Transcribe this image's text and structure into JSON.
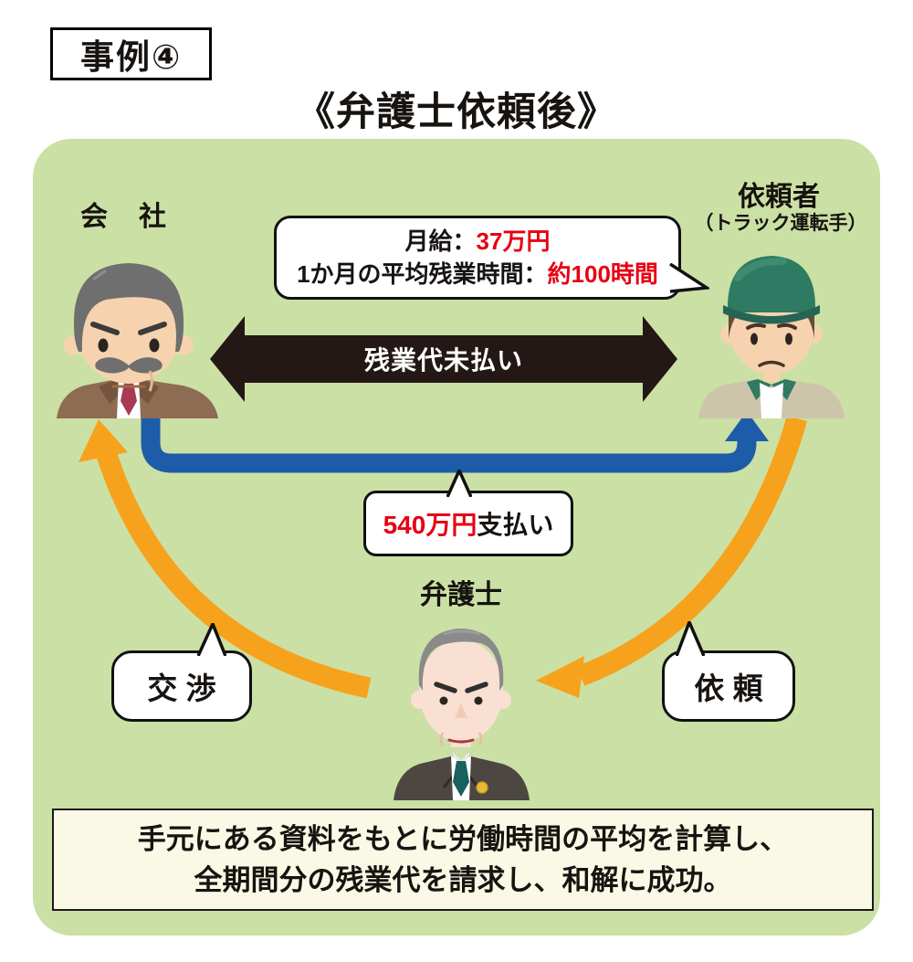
{
  "header": {
    "case_label": "事例④",
    "title": "《弁護士依頼後》"
  },
  "panel": {
    "company_label": "会　社",
    "client_label": "依頼者",
    "client_sublabel": "（トラック運転手）",
    "lawyer_label": "弁護士",
    "info_bubble": {
      "line1_label": "月給：",
      "line1_value": "37万円",
      "line2_label": "1か月の平均残業時間：",
      "line2_value": "約100時間"
    },
    "unpaid_arrow_label": "残業代未払い",
    "payment_bubble": {
      "value": "540万円",
      "label": "支払い"
    },
    "negotiation_label": "交 渉",
    "request_label": "依 頼",
    "result_box": {
      "line1": "手元にある資料をもとに労働時間の平均を計算し、",
      "line2": "全期間分の残業代を請求し、和解に成功。"
    }
  },
  "colors": {
    "panel_bg": "#CBE0A4",
    "highlight_red": "#E60012",
    "arrow_black": "#231815",
    "payment_blue": "#1D5CA8",
    "flow_orange": "#F6A21D",
    "result_bg": "#FAF9E6"
  }
}
